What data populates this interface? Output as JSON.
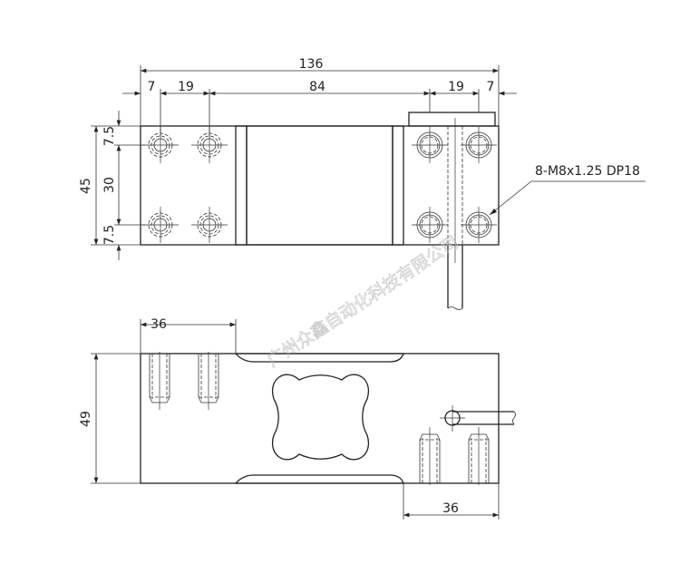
{
  "top_view": {
    "dims": {
      "overall": "136",
      "left_edge": "7",
      "left_pitch": "19",
      "middle": "84",
      "right_pitch": "19",
      "right_edge": "7"
    },
    "side_dims": {
      "height": "45",
      "top_offset": "7.5",
      "hole_pitch": "30",
      "bottom_offset": "7.5"
    },
    "callout": "8-M8x1.25 DP18"
  },
  "side_view": {
    "dims": {
      "top_hole_span": "36",
      "bottom_hole_span": "36",
      "height": "49"
    }
  },
  "watermark": "广州众鑫自动化科技有限公司"
}
